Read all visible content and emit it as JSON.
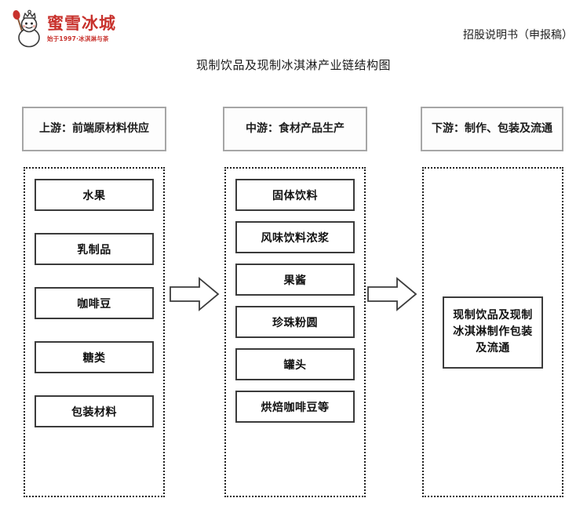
{
  "header": {
    "logo": {
      "name": "蜜雪冰城",
      "tagline": "始于1997·冰淇淋与茶",
      "mascot_icon": "snowman-mascot-icon",
      "brand_color": "#c8322d"
    },
    "document_label": "招股说明书（申报稿）"
  },
  "title": "现制饮品及现制冰淇淋产业链结构图",
  "diagram": {
    "type": "flow-columns",
    "arrow_icon": "right-arrow-icon",
    "arrows": [
      "right-arrow",
      "right-arrow"
    ],
    "columns": [
      {
        "id": "upstream",
        "header": "上游：前端原材料供应",
        "items": [
          "水果",
          "乳制品",
          "咖啡豆",
          "糖类",
          "包装材料"
        ]
      },
      {
        "id": "midstream",
        "header": "中游：食材产品生产",
        "items": [
          "固体饮料",
          "风味饮料浓浆",
          "果酱",
          "珍珠粉圆",
          "罐头",
          "烘焙咖啡豆等"
        ]
      },
      {
        "id": "downstream",
        "header": "下游：制作、包装及流通",
        "items": [
          "现制饮品及现制冰淇淋制作包装及流通"
        ]
      }
    ]
  },
  "colors": {
    "header_border": "#a6a6a6",
    "item_border": "#3b3b3b",
    "container_border": "#222222",
    "text": "#111111"
  }
}
